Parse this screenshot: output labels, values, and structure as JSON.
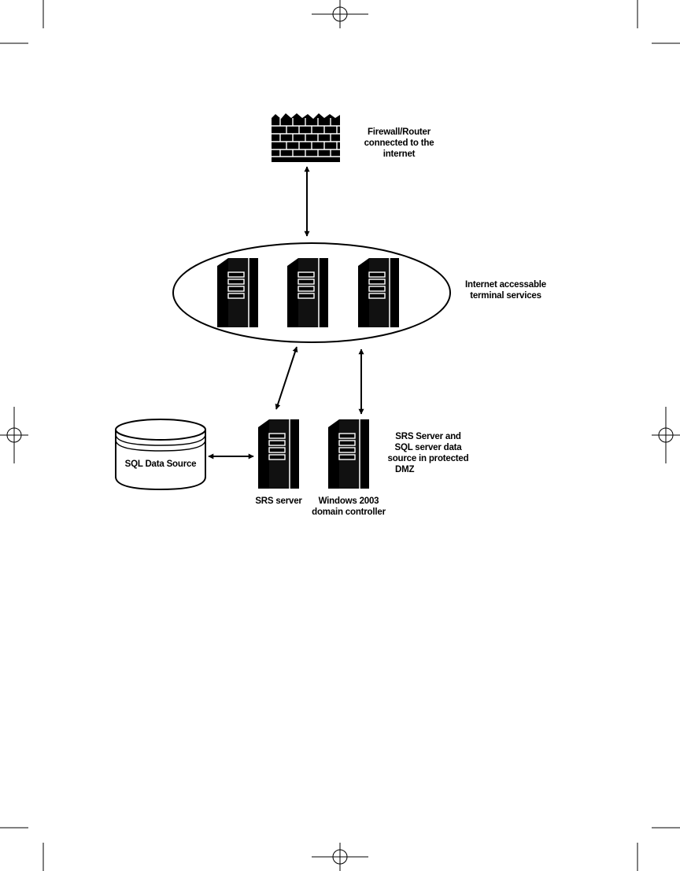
{
  "diagram": {
    "firewall": {
      "icon": "brick-wall-icon",
      "label_lines": [
        "Firewall/Router",
        "connected to the",
        "internet"
      ]
    },
    "terminal_services": {
      "icon": "server-tower-icon",
      "label_lines": [
        "Internet accessable",
        "terminal services"
      ]
    },
    "sql_source": {
      "icon": "database-icon",
      "label": "SQL Data Source"
    },
    "srs_server": {
      "icon": "server-tower-icon",
      "label": "SRS server"
    },
    "domain_controller": {
      "icon": "server-tower-icon",
      "label_lines": [
        "Windows 2003",
        "domain controller"
      ]
    },
    "dmz_note": {
      "label_lines": [
        "SRS Server and",
        "SQL server data",
        "source in protected",
        "DMZ"
      ]
    }
  },
  "colors": {
    "ink": "#000000",
    "paper": "#ffffff"
  }
}
